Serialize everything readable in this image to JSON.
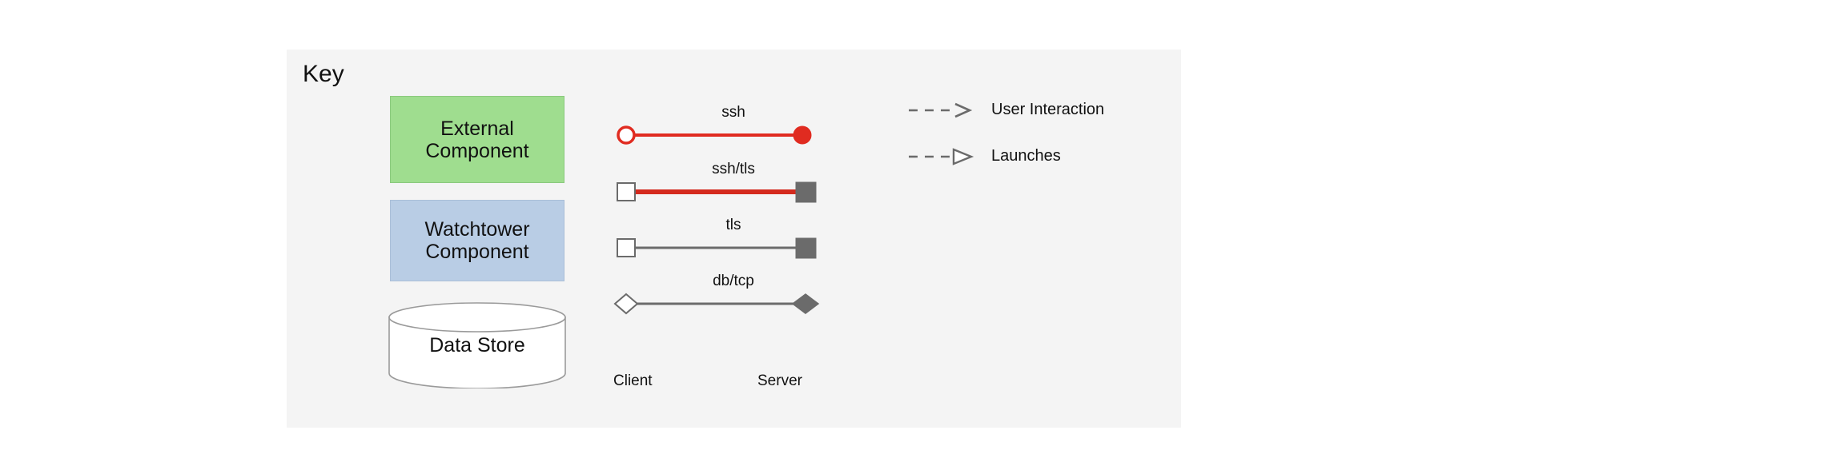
{
  "panel": {
    "title": "Key",
    "background": "#f4f4f4"
  },
  "shapes": [
    {
      "id": "external-component",
      "label": "External\nComponent",
      "line1": "External",
      "line2": "Component",
      "fill": "#9FDD8F",
      "stroke": "#8ac97d",
      "kind": "rectangle"
    },
    {
      "id": "watchtower-component",
      "label": "Watchtower\nComponent",
      "line1": "Watchtower",
      "line2": "Component",
      "fill": "#B9CDE5",
      "stroke": "#a9bed8",
      "kind": "rectangle"
    },
    {
      "id": "data-store",
      "label": "Data Store",
      "fill": "#ffffff",
      "stroke": "#9a9a9a",
      "kind": "cylinder"
    }
  ],
  "connectors": {
    "client_label": "Client",
    "server_label": "Server",
    "rows": [
      {
        "id": "ssh",
        "label": "ssh",
        "line_color": "#e02b20",
        "line_width": 4,
        "client_marker": "open-circle",
        "server_marker": "filled-circle",
        "marker_color": "#e02b20"
      },
      {
        "id": "ssh-tls",
        "label": "ssh/tls",
        "line_color": "#d42a1e",
        "line_width": 6,
        "client_marker": "open-square",
        "server_marker": "filled-square",
        "marker_color": "#6b6b6b"
      },
      {
        "id": "tls",
        "label": "tls",
        "line_color": "#6b6b6b",
        "line_width": 3,
        "client_marker": "open-square",
        "server_marker": "filled-square",
        "marker_color": "#6b6b6b"
      },
      {
        "id": "db-tcp",
        "label": "db/tcp",
        "line_color": "#6b6b6b",
        "line_width": 3,
        "client_marker": "open-diamond",
        "server_marker": "filled-diamond",
        "marker_color": "#6b6b6b"
      }
    ]
  },
  "arrow_legend": [
    {
      "id": "user-interaction",
      "label": "User Interaction",
      "line_style": "dashed",
      "arrowhead": "open-barb",
      "color": "#6b6b6b"
    },
    {
      "id": "launches",
      "label": "Launches",
      "line_style": "dashed",
      "arrowhead": "hollow-triangle",
      "color": "#6b6b6b"
    }
  ]
}
